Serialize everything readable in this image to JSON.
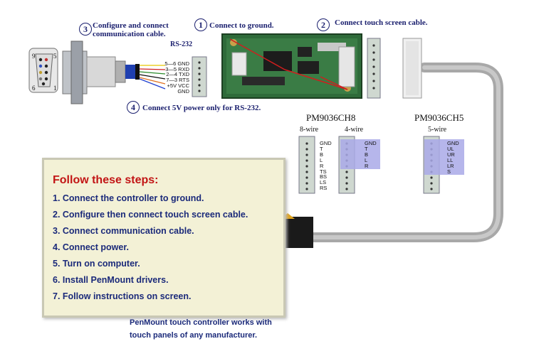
{
  "callouts": {
    "step1": {
      "num": "1",
      "text": "Connect to ground."
    },
    "step2": {
      "num": "2",
      "text": "Connect touch screen cable."
    },
    "step3": {
      "num": "3",
      "text_line1": "Configure and connect",
      "text_line2": "communication cable."
    },
    "step4": {
      "num": "4",
      "text": "Connect 5V power only for RS-232."
    }
  },
  "rs232": {
    "label": "RS-232",
    "pins": [
      "5—6 GND",
      "3—5 RXD",
      "2—4 TXD",
      "7—3 RTS",
      "+5V VCC",
      "GND"
    ],
    "db9_numbers": {
      "n9": "9",
      "n5": "5",
      "n6": "6",
      "n1": "1"
    }
  },
  "controllers": {
    "ch8": {
      "model": "PM9036CH8",
      "eight_wire": {
        "label": "8-wire",
        "pins": [
          "GND",
          "T",
          "B",
          "L",
          "R",
          "TS",
          "BS",
          "LS",
          "RS"
        ]
      },
      "four_wire": {
        "label": "4-wire",
        "pins": [
          "GND",
          "T",
          "B",
          "L",
          "R"
        ]
      }
    },
    "ch5": {
      "model": "PM9036CH5",
      "five_wire": {
        "label": "5-wire",
        "pins": [
          "GND",
          "UL",
          "UR",
          "LL",
          "LR",
          "S"
        ]
      }
    }
  },
  "steps": {
    "title": "Follow these steps:",
    "items": [
      "1. Connect the controller to ground.",
      "2. Configure then connect touch screen cable.",
      "3. Connect communication cable.",
      "4. Connect power.",
      "5. Turn on computer.",
      "6. Install PenMount drivers.",
      "7. Follow instructions on screen."
    ]
  },
  "footer": {
    "line1": "PenMount touch controller works with",
    "line2": "touch panels of any manufacturer."
  },
  "colors": {
    "title_red": "#c21515",
    "text_navy": "#1b2a7a",
    "highlight": "#a9a9e8",
    "pcb_green": "#2f6b3a"
  }
}
